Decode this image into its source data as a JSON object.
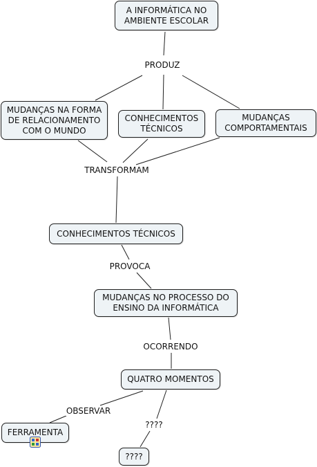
{
  "nodes": {
    "root": "A INFORMÁTICA NO\nAMBIENTE ESCOLAR",
    "mudancas_relacionamento": "MUDANÇAS NA FORMA\nDE RELACIONAMENTO\nCOM O MUNDO",
    "conhecimentos_tecnicos_top": "CONHECIMENTOS\nTÉCNICOS",
    "mudancas_comportamentais": "MUDANÇAS\nCOMPORTAMENTAIS",
    "conhecimentos_tecnicos": "CONHECIMENTOS TÉCNICOS",
    "mudancas_processo": "MUDANÇAS NO PROCESSO DO\nENSINO DA INFORMÁTICA",
    "quatro_momentos": "QUATRO MOMENTOS",
    "ferramenta": "FERRAMENTA",
    "interrogacao": "????"
  },
  "links": {
    "produz": "PRODUZ",
    "transformam": "TRANSFORMAM",
    "provoca": "PROVOCA",
    "ocorrendo": "OCORRENDO",
    "observar": "OBSERVAR",
    "interrogacao": "????"
  },
  "icons": {
    "ferramenta_attachment": "resource-attachment-icon"
  },
  "colors": {
    "node_fill": "#eef3f6",
    "node_border": "#1f1f1f",
    "line": "#1f1f1f"
  }
}
